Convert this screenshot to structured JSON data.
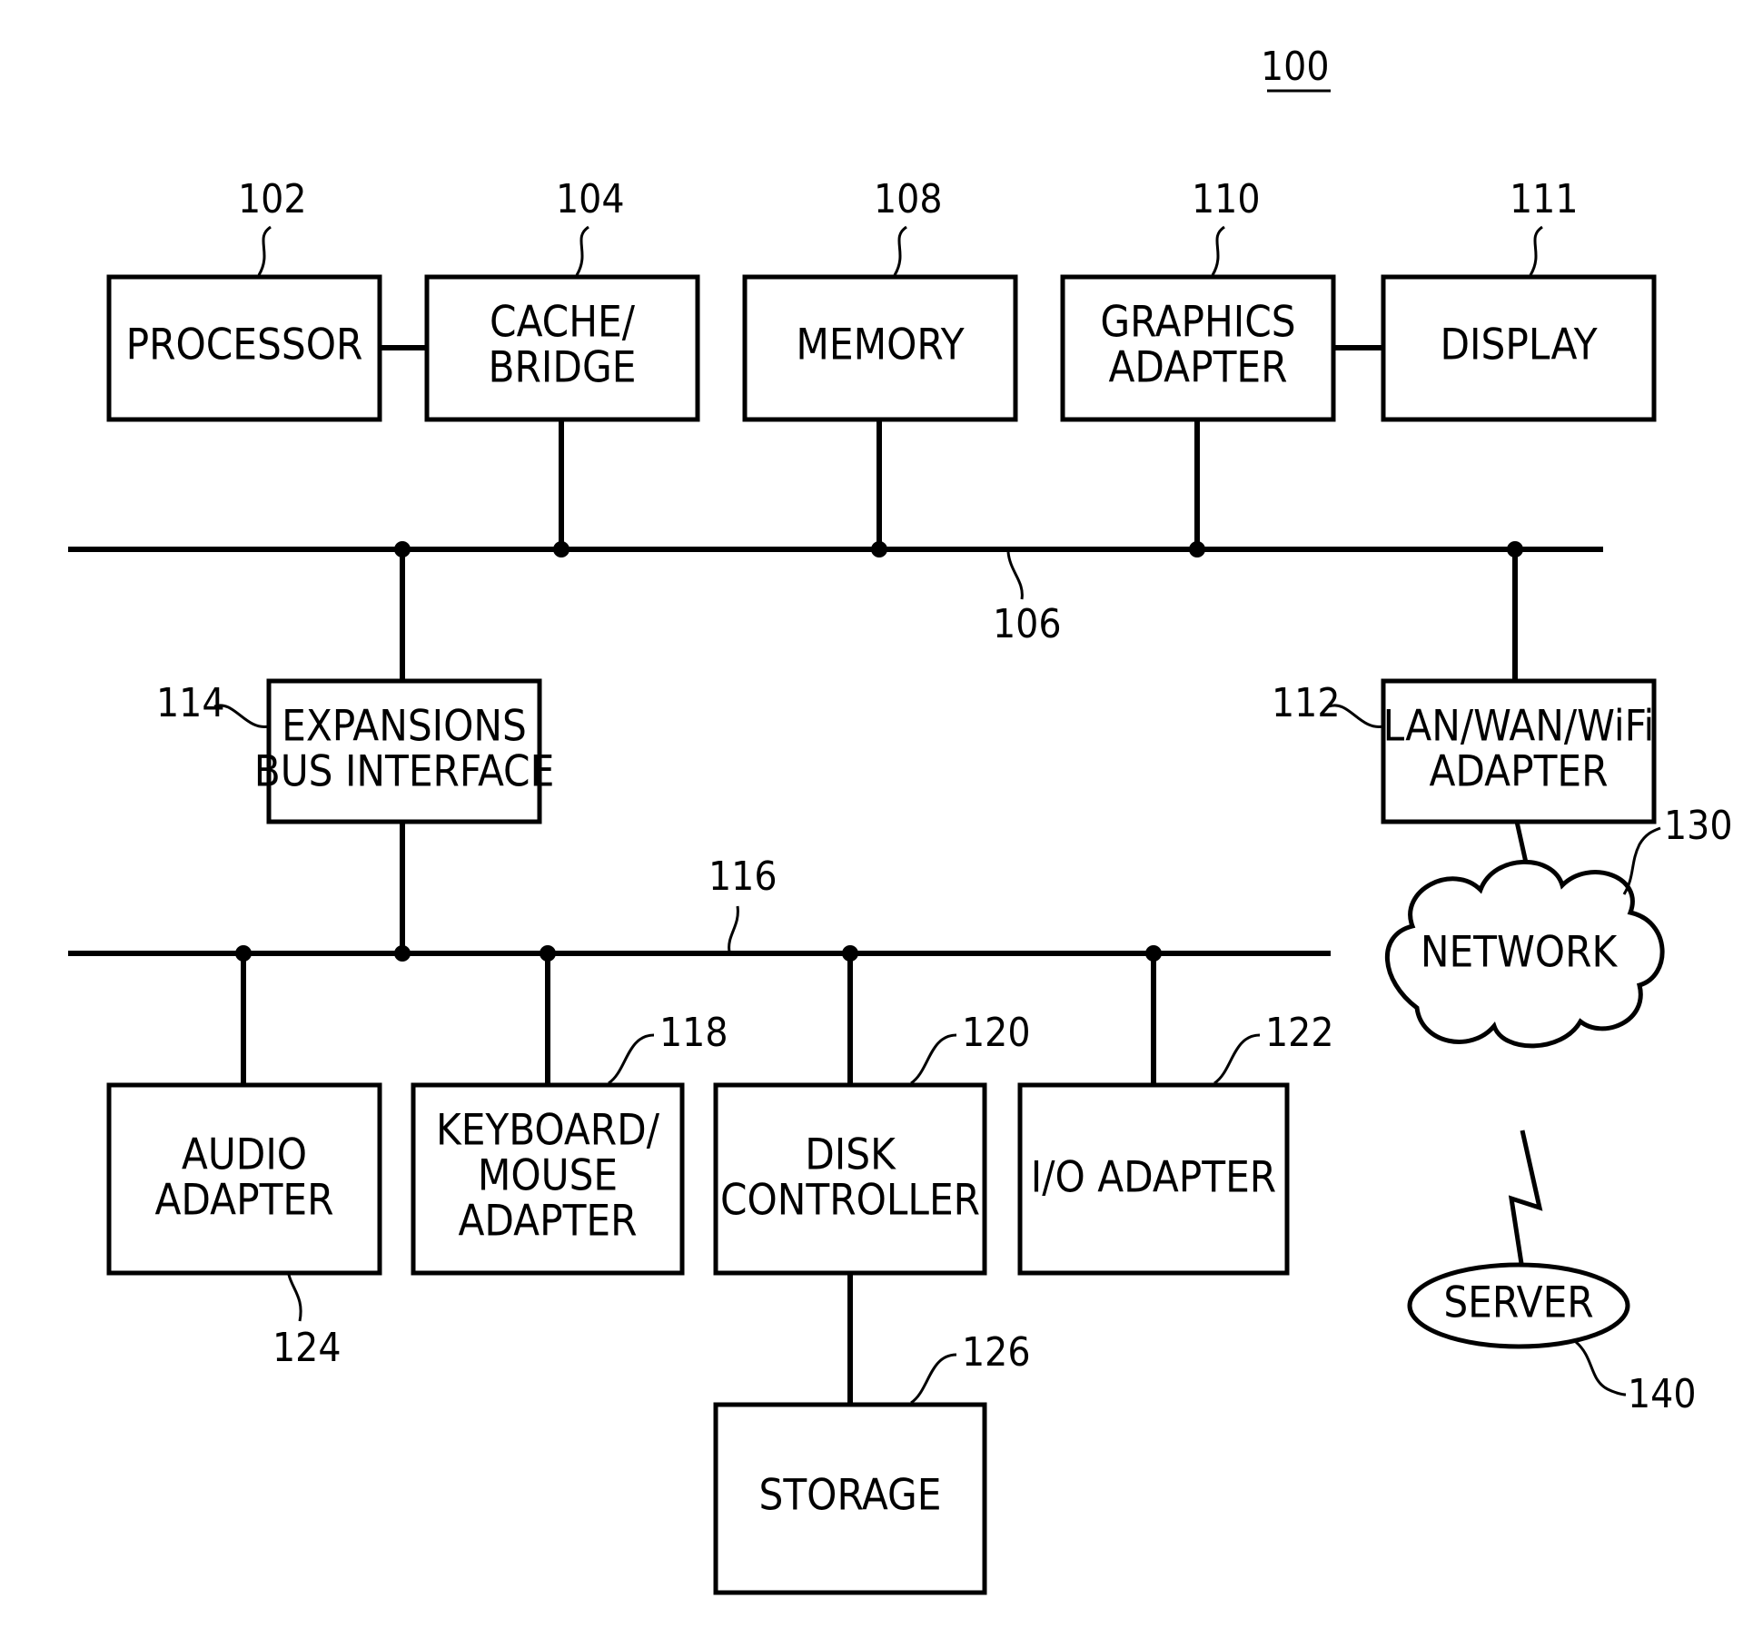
{
  "figure_number": "100",
  "components": {
    "processor": {
      "ref": "102",
      "lines": [
        "PROCESSOR"
      ]
    },
    "cache_bridge": {
      "ref": "104",
      "lines": [
        "CACHE/",
        "BRIDGE"
      ]
    },
    "memory": {
      "ref": "108",
      "lines": [
        "MEMORY"
      ]
    },
    "graphics_adapter": {
      "ref": "110",
      "lines": [
        "GRAPHICS",
        "ADAPTER"
      ]
    },
    "display": {
      "ref": "111",
      "lines": [
        "DISPLAY"
      ]
    },
    "expansion_bus": {
      "ref": "114",
      "lines": [
        "EXPANSIONS",
        "BUS INTERFACE"
      ]
    },
    "lan_adapter": {
      "ref": "112",
      "lines": [
        "LAN/WAN/WiFi",
        "ADAPTER"
      ]
    },
    "audio_adapter": {
      "ref": "124",
      "lines": [
        "AUDIO",
        "ADAPTER"
      ]
    },
    "keyboard_mouse": {
      "ref": "118",
      "lines": [
        "KEYBOARD/",
        "MOUSE",
        "ADAPTER"
      ]
    },
    "disk_controller": {
      "ref": "120",
      "lines": [
        "DISK",
        "CONTROLLER"
      ]
    },
    "io_adapter": {
      "ref": "122",
      "lines": [
        "I/O ADAPTER"
      ]
    },
    "storage": {
      "ref": "126",
      "lines": [
        "STORAGE"
      ]
    },
    "network": {
      "ref": "130",
      "lines": [
        "NETWORK"
      ]
    },
    "server": {
      "ref": "140",
      "lines": [
        "SERVER"
      ]
    }
  },
  "buses": {
    "system_bus": {
      "ref": "106"
    },
    "expansion_bus": {
      "ref": "116"
    }
  }
}
